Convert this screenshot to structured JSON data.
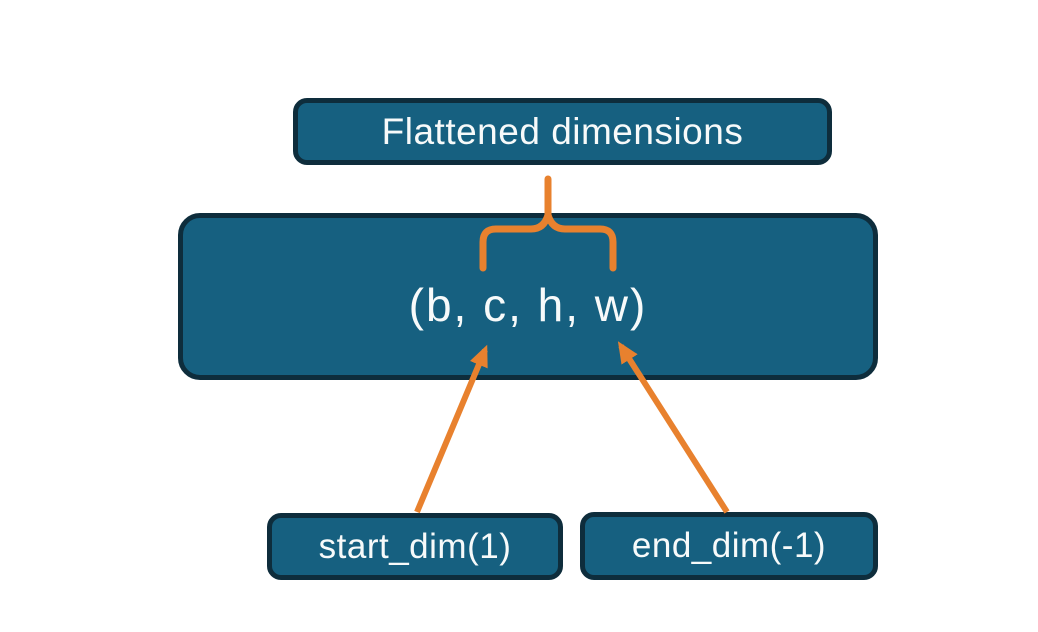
{
  "diagram": {
    "nodes": {
      "flattened": {
        "label": "Flattened dimensions"
      },
      "tuple": {
        "label": "(b, c, h, w)"
      },
      "start_dim": {
        "label": "start_dim(1)"
      },
      "end_dim": {
        "label": "end_dim(-1)"
      }
    },
    "connectors": [
      {
        "name": "brace-connector",
        "shape": "brace",
        "from": "flattened",
        "to": "tuple"
      },
      {
        "name": "arrow-start-dim",
        "shape": "arrow",
        "from": "start_dim",
        "to": "tuple"
      },
      {
        "name": "arrow-end-dim",
        "shape": "arrow",
        "from": "end_dim",
        "to": "tuple"
      }
    ],
    "colors": {
      "background": "#ffffff",
      "node_fill": "#166080",
      "node_border": "#0e2d3c",
      "accent": "#e8812e",
      "text": "#f7fafa"
    }
  }
}
